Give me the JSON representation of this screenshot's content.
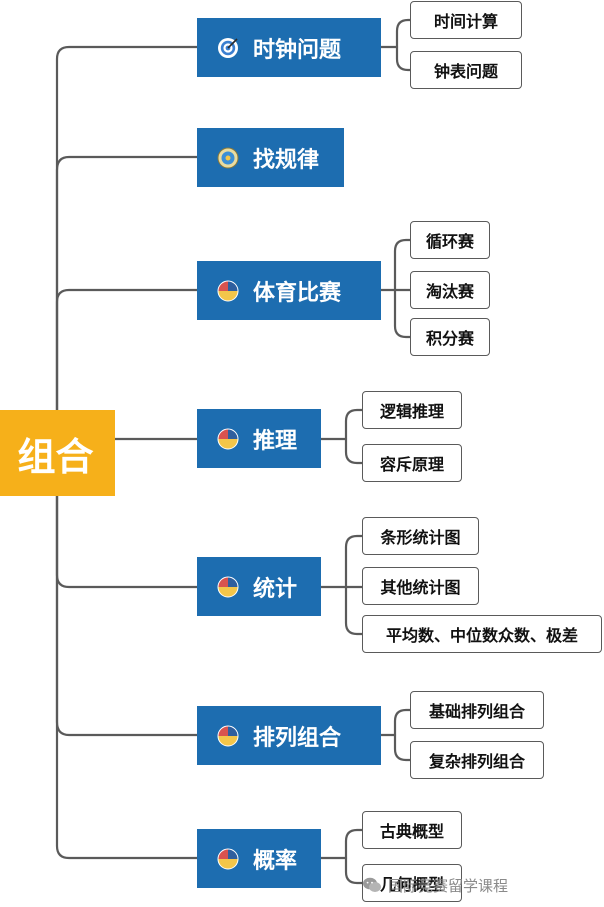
{
  "root": {
    "label": "组合"
  },
  "branches": [
    {
      "label": "时钟问题",
      "icon": "target-icon",
      "children": [
        "时间计算",
        "钟表问题"
      ]
    },
    {
      "label": "找规律",
      "icon": "settings-disc-icon",
      "children": []
    },
    {
      "label": "体育比赛",
      "icon": "pie-chart-icon",
      "children": [
        "循环赛",
        "淘汰赛",
        "积分赛"
      ]
    },
    {
      "label": "推理",
      "icon": "pie-chart-icon",
      "children": [
        "逻辑推理",
        "容斥原理"
      ]
    },
    {
      "label": "统计",
      "icon": "pie-chart-icon",
      "children": [
        "条形统计图",
        "其他统计图",
        "平均数、中位数众数、极差"
      ]
    },
    {
      "label": "排列组合",
      "icon": "pie-chart-icon",
      "children": [
        "基础排列组合",
        "复杂排列组合"
      ]
    },
    {
      "label": "概率",
      "icon": "pie-chart-icon",
      "children": [
        "古典概型",
        "几何概型"
      ]
    }
  ],
  "watermark": {
    "text": "国际竞赛留学课程",
    "icon": "wechat-icon"
  },
  "colors": {
    "root_bg": "#f6b01a",
    "branch_bg": "#1d6db0",
    "connector": "#5a5a5a",
    "leaf_border": "#5a5a5a",
    "pie_yellow": "#f3c64a",
    "pie_blue": "#2f5f9e",
    "pie_red": "#d9534f"
  }
}
